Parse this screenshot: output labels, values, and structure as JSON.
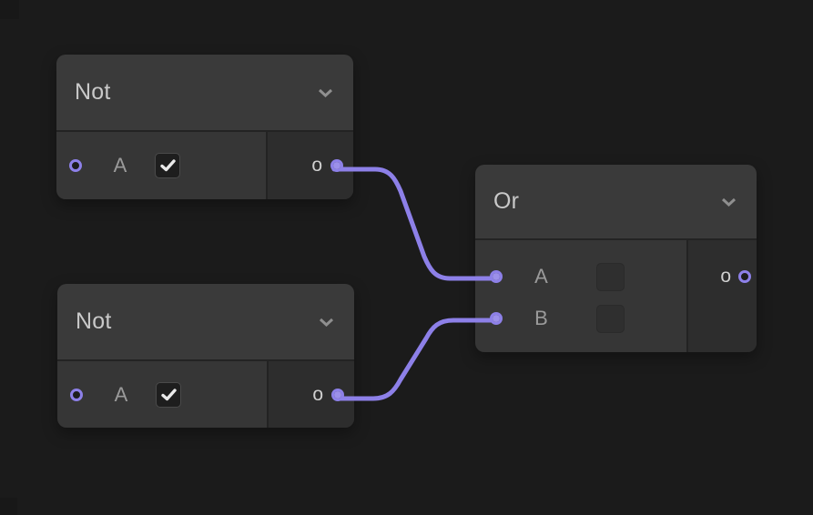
{
  "canvas": {
    "background": "#1b1b1b",
    "wire_color": "#8d80e8",
    "port_ring_color": "#8d80e8",
    "port_dot_color": "#9c90ea"
  },
  "nodes": [
    {
      "title": "Not",
      "collapse_icon": "chevron-down-icon",
      "inputs": [
        {
          "label": "A",
          "connected": false,
          "control": "checkbox",
          "checked": true
        }
      ],
      "outputs": [
        {
          "label": "o",
          "connected": true
        }
      ]
    },
    {
      "title": "Not",
      "collapse_icon": "chevron-down-icon",
      "inputs": [
        {
          "label": "A",
          "connected": false,
          "control": "checkbox",
          "checked": true
        }
      ],
      "outputs": [
        {
          "label": "o",
          "connected": true
        }
      ]
    },
    {
      "title": "Or",
      "collapse_icon": "chevron-down-icon",
      "inputs": [
        {
          "label": "A",
          "connected": true,
          "control": "value-box",
          "checked": false
        },
        {
          "label": "B",
          "connected": true,
          "control": "value-box",
          "checked": false
        }
      ],
      "outputs": [
        {
          "label": "o",
          "connected": false
        }
      ]
    }
  ],
  "wires": [
    {
      "from": "Not-1 output o",
      "to": "Or input A"
    },
    {
      "from": "Not-2 output o",
      "to": "Or input B"
    }
  ]
}
